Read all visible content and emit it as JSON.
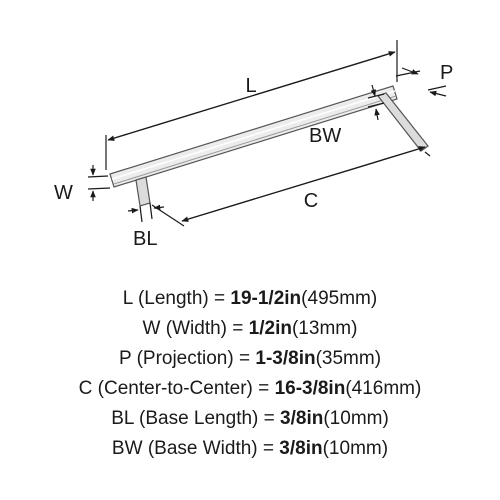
{
  "diagram": {
    "labels": {
      "L": "L",
      "P": "P",
      "BW": "BW",
      "W": "W",
      "C": "C",
      "BL": "BL"
    }
  },
  "specs": [
    {
      "label": "L",
      "desc": "(Length)",
      "eq": "=",
      "value": "19-1/2in",
      "metric": "(495mm)"
    },
    {
      "label": "W",
      "desc": "(Width)",
      "eq": "=",
      "value": "1/2in",
      "metric": "(13mm)"
    },
    {
      "label": "P",
      "desc": "(Projection)",
      "eq": "=",
      "value": "1-3/8in",
      "metric": "(35mm)"
    },
    {
      "label": "C",
      "desc": "(Center-to-Center)",
      "eq": "=",
      "value": "16-3/8in",
      "metric": "(416mm)"
    },
    {
      "label": "BL",
      "desc": "(Base Length)",
      "eq": "=",
      "value": "3/8in",
      "metric": "(10mm)"
    },
    {
      "label": "BW",
      "desc": "(Base Width)",
      "eq": "=",
      "value": "3/8in",
      "metric": "(10mm)"
    }
  ]
}
